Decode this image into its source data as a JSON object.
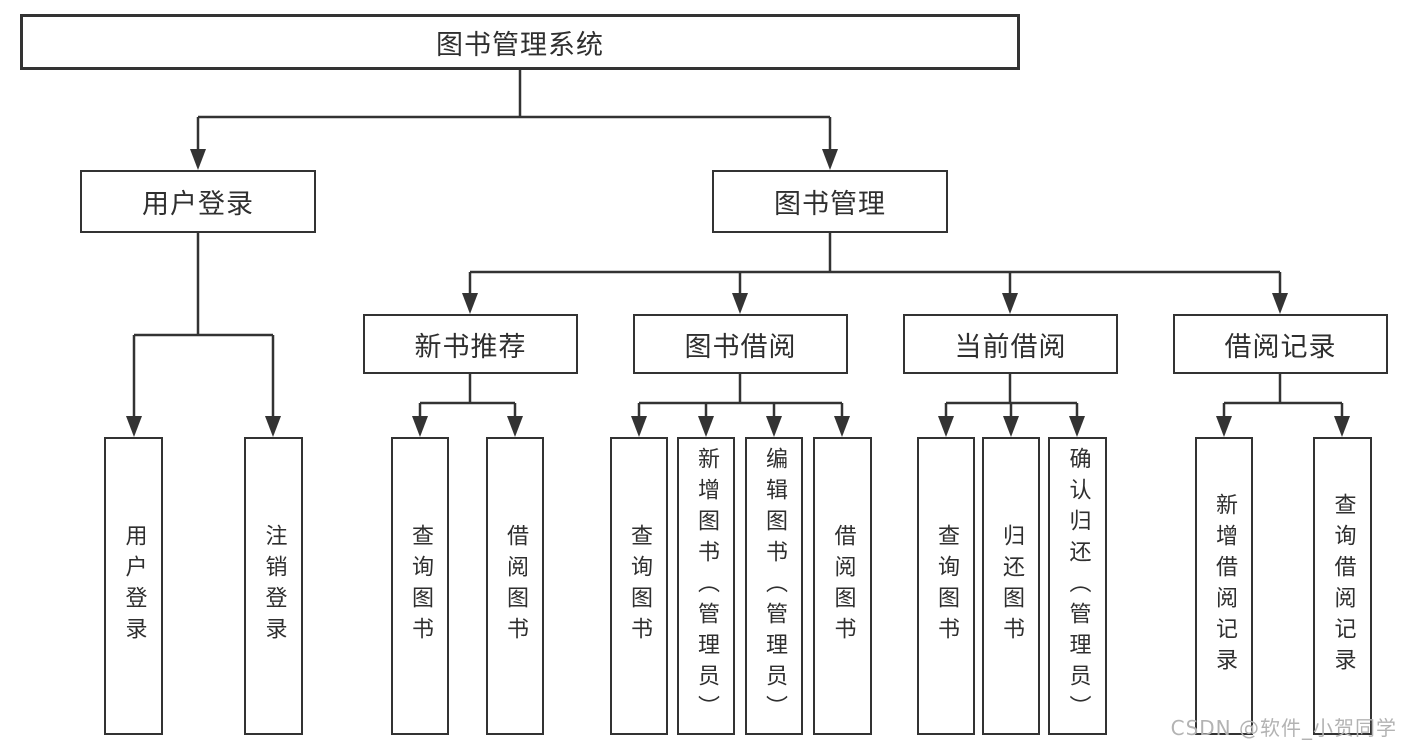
{
  "diagram": {
    "type": "tree",
    "root": {
      "id": "library-management-system",
      "label": "图书管理系统",
      "children": [
        {
          "id": "user-login-module",
          "label": "用户登录",
          "children": [
            {
              "id": "user-login",
              "label": "用户登录"
            },
            {
              "id": "logout",
              "label": "注销登录"
            }
          ]
        },
        {
          "id": "book-management",
          "label": "图书管理",
          "children": [
            {
              "id": "new-book-recommendation",
              "label": "新书推荐",
              "children": [
                {
                  "id": "nbr-query-books",
                  "label": "查询图书"
                },
                {
                  "id": "nbr-borrow-books",
                  "label": "借阅图书"
                }
              ]
            },
            {
              "id": "book-borrowing",
              "label": "图书借阅",
              "children": [
                {
                  "id": "bb-query-books",
                  "label": "查询图书"
                },
                {
                  "id": "bb-add-books-admin",
                  "label": "新增图书（管理员）"
                },
                {
                  "id": "bb-edit-books-admin",
                  "label": "编辑图书（管理员）"
                },
                {
                  "id": "bb-borrow-books",
                  "label": "借阅图书"
                }
              ]
            },
            {
              "id": "current-borrowing",
              "label": "当前借阅",
              "children": [
                {
                  "id": "cb-query-books",
                  "label": "查询图书"
                },
                {
                  "id": "cb-return-books",
                  "label": "归还图书"
                },
                {
                  "id": "cb-confirm-return-admin",
                  "label": "确认归还（管理员）"
                }
              ]
            },
            {
              "id": "borrowing-records",
              "label": "借阅记录",
              "children": [
                {
                  "id": "br-add-record",
                  "label": "新增借阅记录"
                },
                {
                  "id": "br-query-record",
                  "label": "查询借阅记录"
                }
              ]
            }
          ]
        }
      ]
    }
  },
  "colors": {
    "line": "#333333",
    "box_border": "#333333",
    "text": "#2f2f2f",
    "watermark": "#b3b3b3",
    "background": "#ffffff"
  },
  "watermark": {
    "text": "CSDN @软件_小贺同学"
  }
}
